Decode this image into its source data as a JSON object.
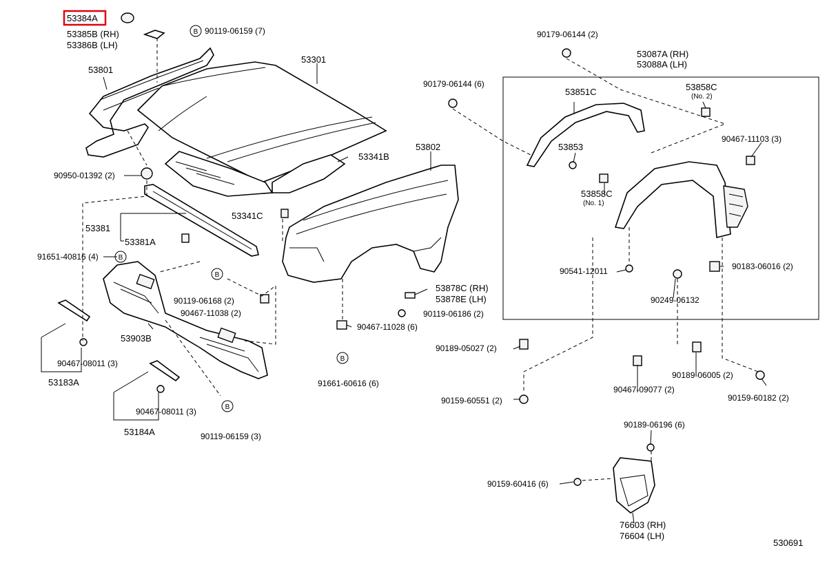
{
  "diagram_id": "530691",
  "highlight": {
    "label": "53384A",
    "color": "#e0000f"
  },
  "labels": {
    "p53384A": "53384A",
    "p53385B": "53385B (RH)",
    "p53386B": "53386B (LH)",
    "p90119_06159_7": "90119-06159 (7)",
    "p53801": "53801",
    "p53301": "53301",
    "p53341B": "53341B",
    "p90950": "90950-01392 (2)",
    "p53802": "53802",
    "p53341C": "53341C",
    "p53381": "53381",
    "p53381A": "53381A",
    "p91651": "91651-40816 (4)",
    "p90119_06168": "90119-06168 (2)",
    "p90467_11038": "90467-11038 (2)",
    "p53903B": "53903B",
    "p90467_08011a": "90467-08011 (3)",
    "p53183A": "53183A",
    "p90467_08011b": "90467-08011 (3)",
    "p53184A": "53184A",
    "p90119_06159_3": "90119-06159 (3)",
    "p53878C": "53878C (RH)",
    "p53878E": "53878E (LH)",
    "p90119_06186": "90119-06186 (2)",
    "p90467_11028": "90467-11028 (6)",
    "p91661": "91661-60616 (6)",
    "p90179_06144_2": "90179-06144 (2)",
    "p53087A": "53087A (RH)",
    "p53088A": "53088A (LH)",
    "p90179_06144_6": "90179-06144 (6)",
    "p53851C": "53851C",
    "p53858C_2": "53858C",
    "p53858C_2n": "(No. 2)",
    "p90467_11103": "90467-11103 (3)",
    "p53853": "53853",
    "p53858C_1": "53858C",
    "p53858C_1n": "(No. 1)",
    "p90541": "90541-12011",
    "p90183": "90183-06016 (2)",
    "p90249": "90249-06132",
    "p90189_05027": "90189-05027 (2)",
    "p90467_09077": "90467-09077 (2)",
    "p90189_06005": "90189-06005 (2)",
    "p90159_60551": "90159-60551 (2)",
    "p90159_60182": "90159-60182 (2)",
    "p90189_06196": "90189-06196 (6)",
    "p90159_60416": "90159-60416 (6)",
    "p76603": "76603 (RH)",
    "p76604": "76604 (LH)"
  },
  "markers": {
    "b": "B"
  }
}
